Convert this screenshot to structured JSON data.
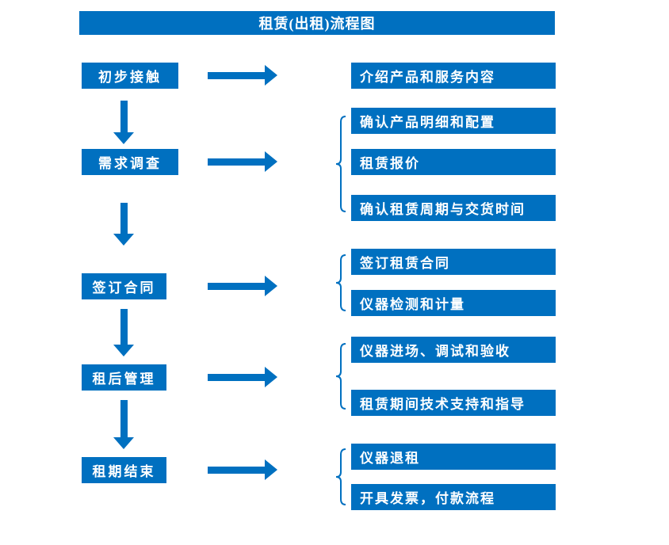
{
  "title": "租赁(出租)流程图",
  "colors": {
    "primary": "#0070C0",
    "text_on_primary": "#FFFFFF",
    "background": "#FFFFFF"
  },
  "flow": {
    "stages": [
      {
        "label": "初步接触",
        "details": [
          "介绍产品和服务内容"
        ]
      },
      {
        "label": "需求调查",
        "details": [
          "确认产品明细和配置",
          "租赁报价",
          "确认租赁周期与交货时间"
        ]
      },
      {
        "label": "签订合同",
        "details": [
          "签订租赁合同",
          "仪器检测和计量"
        ]
      },
      {
        "label": "租后管理",
        "details": [
          "仪器进场、调试和验收",
          "租赁期间技术支持和指导"
        ]
      },
      {
        "label": "租期结束",
        "details": [
          "仪器退租",
          "开具发票，付款流程"
        ]
      }
    ]
  }
}
